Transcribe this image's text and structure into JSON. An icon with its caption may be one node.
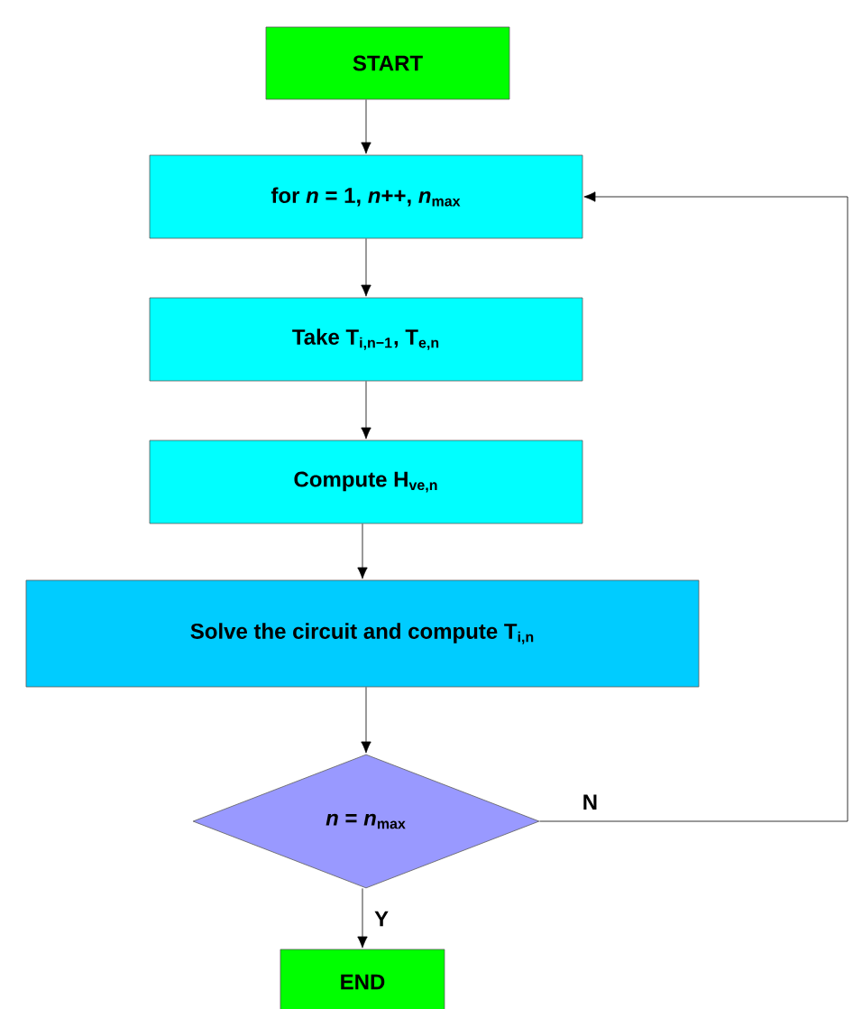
{
  "diagram": {
    "nodes": [
      {
        "text": [
          "START"
        ]
      },
      {
        "text": [
          "for *n* = 1, *n*++, *n*$_{max}$"
        ]
      },
      {
        "text": [
          "Take T$_{i,n−1}$, T$_{e,n}$"
        ]
      },
      {
        "text": [
          "Compute H$_{ve,n}$"
        ]
      },
      {
        "text": [
          "Solve the circuit and compute T$_{i,n}$"
        ]
      },
      {
        "text": [
          "*n* = *n*$_{max}$"
        ]
      },
      {
        "text": [
          "END"
        ]
      }
    ],
    "edges": [
      {
        "from": 0,
        "to": 1,
        "arrow": "to"
      },
      {
        "from": 1,
        "to": 2,
        "arrow": "to"
      },
      {
        "from": 2,
        "to": 3,
        "arrow": "to"
      },
      {
        "from": 3,
        "to": 4,
        "arrow": "to"
      },
      {
        "from": 4,
        "to": 5,
        "arrow": "to"
      },
      {
        "from": 5,
        "to": 6,
        "arrow": "to",
        "label": "Y"
      },
      {
        "from": 5,
        "to": 1,
        "arrow": "to",
        "label": "N"
      }
    ]
  }
}
